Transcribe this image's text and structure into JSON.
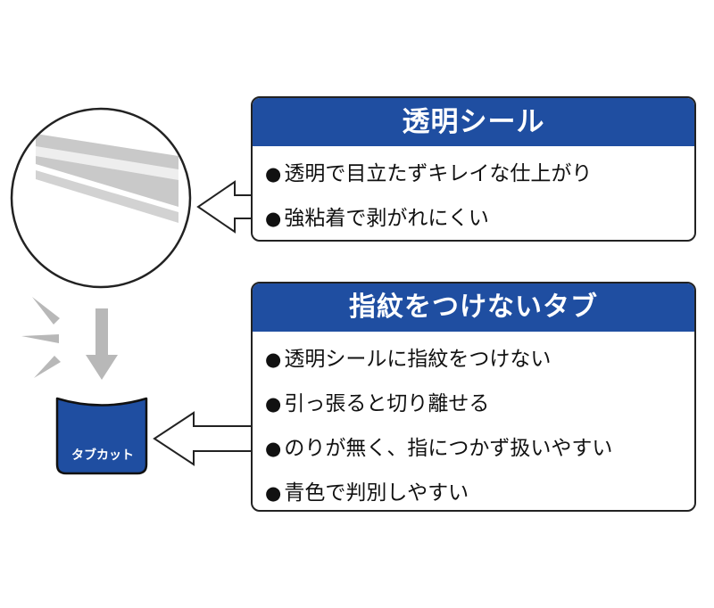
{
  "panels": [
    {
      "title": "透明シール",
      "bullet": "●",
      "items": [
        "透明で目立たずキレイな仕上がり",
        "強粘着で剥がれにくい"
      ]
    },
    {
      "title": "指紋をつけないタブ",
      "bullet": "●",
      "items": [
        "透明シールに指紋をつけない",
        "引っ張ると切り離せる",
        "のりが無く、指につかず扱いやすい",
        "青色で判別しやすい"
      ]
    }
  ],
  "tab_label": "タブカット",
  "colors": {
    "header_blue": "#1f4ea1",
    "tab_blue": "#1f4ea1",
    "border": "#222222",
    "arrow_gray": "#b8b8b8"
  },
  "icons": [
    "magnifier-circle",
    "arrow-left-outline",
    "arrow-down",
    "motion-lines"
  ]
}
